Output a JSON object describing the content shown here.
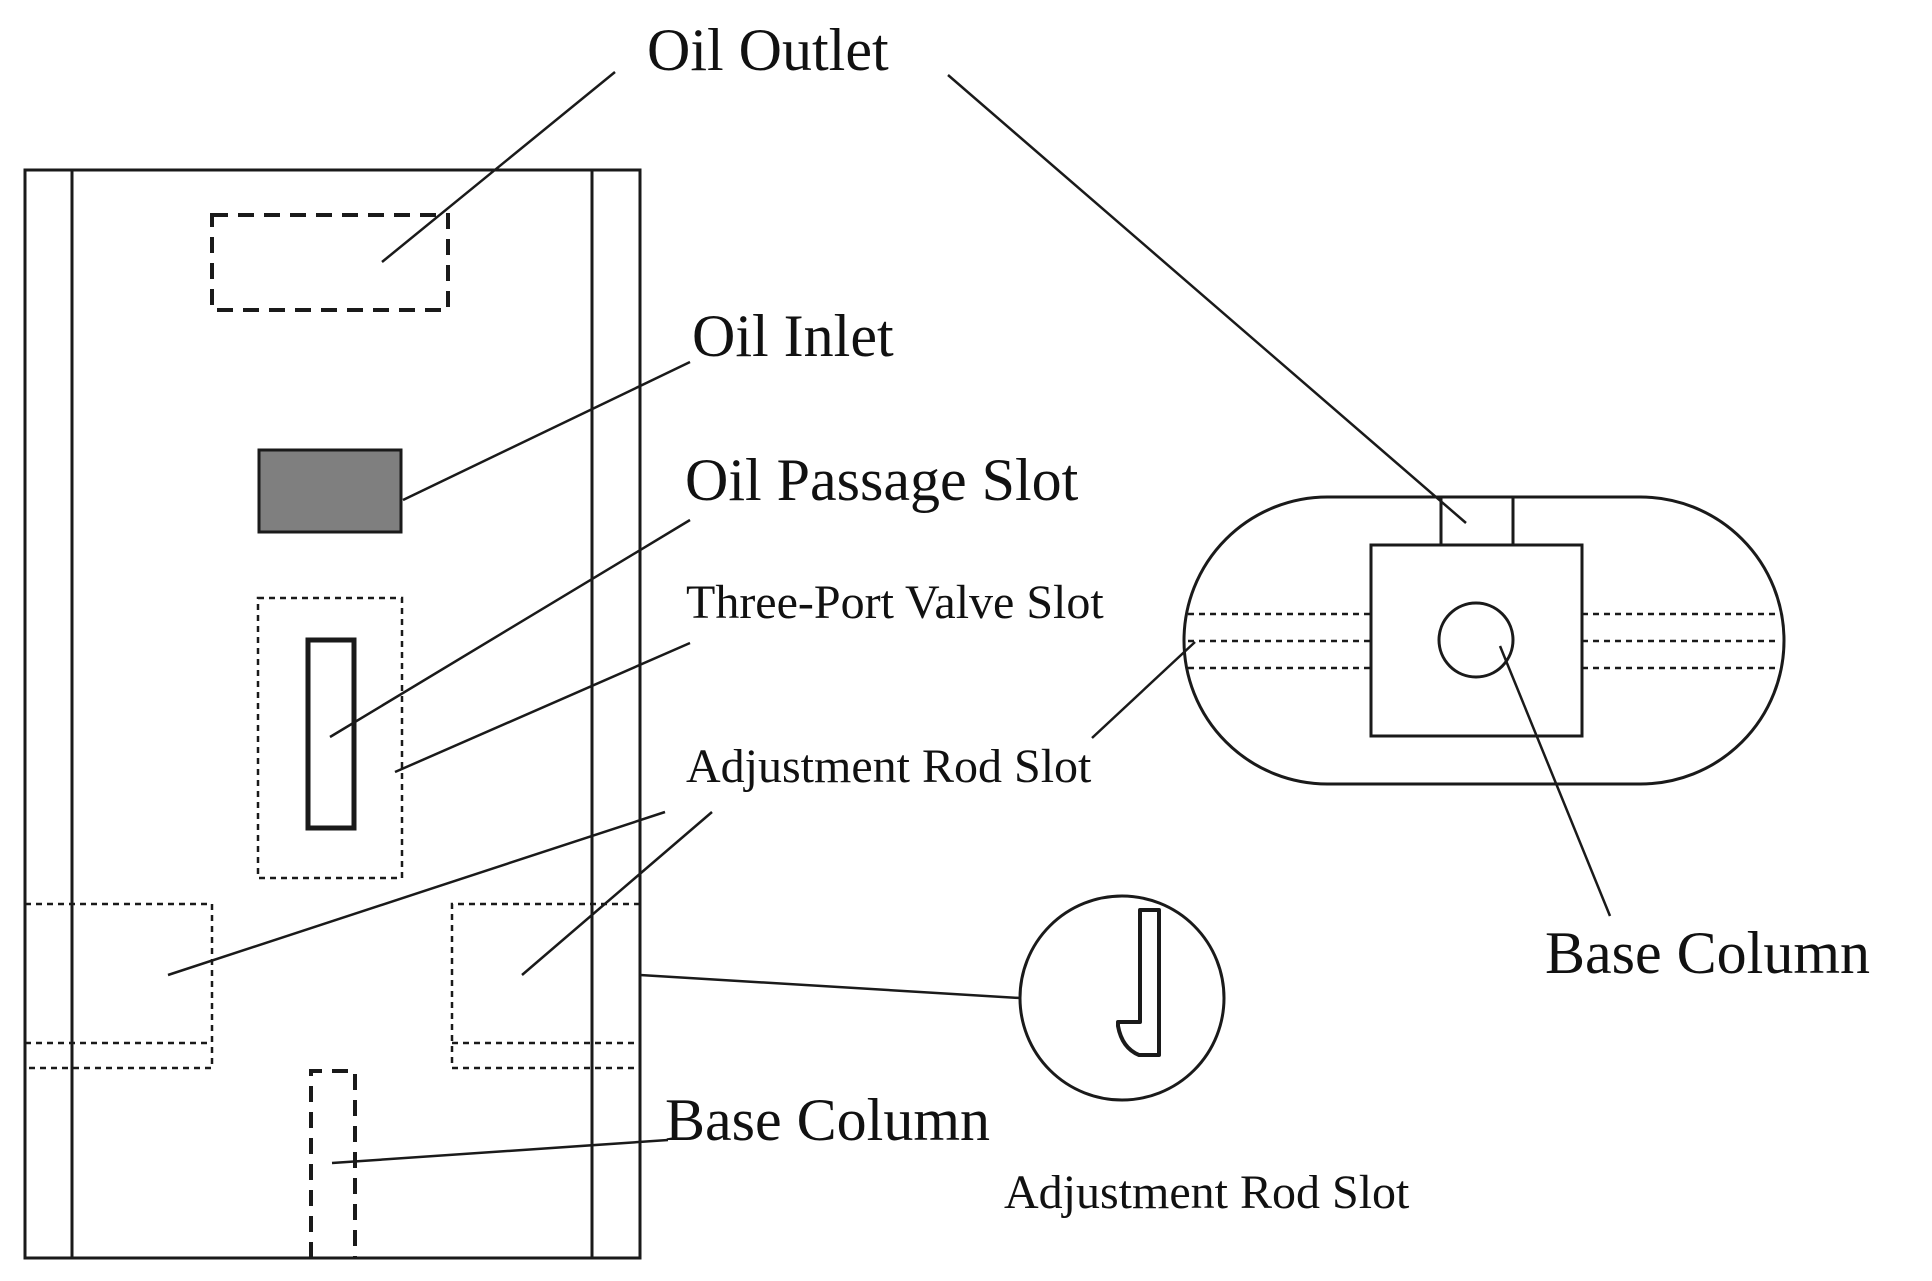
{
  "labels": {
    "oil_outlet": "Oil Outlet",
    "oil_inlet": "Oil Inlet",
    "oil_passage_slot": "Oil Passage Slot",
    "three_port_valve_slot": "Three-Port Valve Slot",
    "adjustment_rod_slot_main": "Adjustment Rod Slot",
    "base_column_main": "Base Column",
    "adjustment_rod_slot_detail": "Adjustment Rod Slot",
    "base_column_top_view": "Base Column"
  },
  "colors": {
    "line": "#1a1a1a",
    "oil_inlet_fill": "#7f7f7f",
    "background": "#ffffff"
  }
}
